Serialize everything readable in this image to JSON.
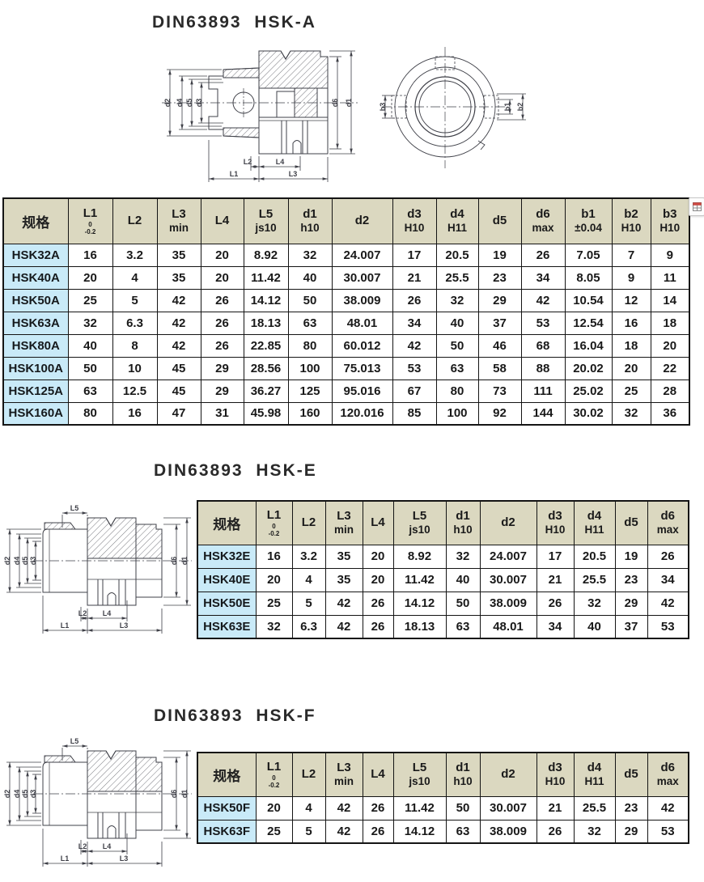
{
  "sections": [
    {
      "id": "hsk_a",
      "title": "DIN63893 HSK-A",
      "drawing": {
        "left_labels": [
          "d2",
          "d4",
          "d5",
          "d3"
        ],
        "right_labels": [
          "d6",
          "d1"
        ],
        "bottom_labels": [
          "L2",
          "L4",
          "L1",
          "L3"
        ],
        "end_view_labels": [
          "b3",
          "b1",
          "b2"
        ]
      },
      "table": {
        "spec_header": "规格",
        "columns": [
          {
            "label": "L1",
            "tol_top": "0",
            "tol_bottom": "-0.2"
          },
          {
            "label": "L2"
          },
          {
            "label": "L3",
            "sub": "min"
          },
          {
            "label": "L4"
          },
          {
            "label": "L5",
            "sub": "js10"
          },
          {
            "label": "d1",
            "sub": "h10"
          },
          {
            "label": "d2"
          },
          {
            "label": "d3",
            "sub": "H10"
          },
          {
            "label": "d4",
            "sub": "H11"
          },
          {
            "label": "d5"
          },
          {
            "label": "d6",
            "sub": "max"
          },
          {
            "label": "b1",
            "sub": "±0.04"
          },
          {
            "label": "b2",
            "sub": "H10"
          },
          {
            "label": "b3",
            "sub": "H10"
          }
        ],
        "rows": [
          {
            "spec": "HSK32A",
            "values": [
              "16",
              "3.2",
              "35",
              "20",
              "8.92",
              "32",
              "24.007",
              "17",
              "20.5",
              "19",
              "26",
              "7.05",
              "7",
              "9"
            ]
          },
          {
            "spec": "HSK40A",
            "values": [
              "20",
              "4",
              "35",
              "20",
              "11.42",
              "40",
              "30.007",
              "21",
              "25.5",
              "23",
              "34",
              "8.05",
              "9",
              "11"
            ]
          },
          {
            "spec": "HSK50A",
            "values": [
              "25",
              "5",
              "42",
              "26",
              "14.12",
              "50",
              "38.009",
              "26",
              "32",
              "29",
              "42",
              "10.54",
              "12",
              "14"
            ]
          },
          {
            "spec": "HSK63A",
            "values": [
              "32",
              "6.3",
              "42",
              "26",
              "18.13",
              "63",
              "48.01",
              "34",
              "40",
              "37",
              "53",
              "12.54",
              "16",
              "18"
            ]
          },
          {
            "spec": "HSK80A",
            "values": [
              "40",
              "8",
              "42",
              "26",
              "22.85",
              "80",
              "60.012",
              "42",
              "50",
              "46",
              "68",
              "16.04",
              "18",
              "20"
            ]
          },
          {
            "spec": "HSK100A",
            "values": [
              "50",
              "10",
              "45",
              "29",
              "28.56",
              "100",
              "75.013",
              "53",
              "63",
              "58",
              "88",
              "20.02",
              "20",
              "22"
            ]
          },
          {
            "spec": "HSK125A",
            "values": [
              "63",
              "12.5",
              "45",
              "29",
              "36.27",
              "125",
              "95.016",
              "67",
              "80",
              "73",
              "111",
              "25.02",
              "25",
              "28"
            ]
          },
          {
            "spec": "HSK160A",
            "values": [
              "80",
              "16",
              "47",
              "31",
              "45.98",
              "160",
              "120.016",
              "85",
              "100",
              "92",
              "144",
              "30.02",
              "32",
              "36"
            ]
          }
        ]
      }
    },
    {
      "id": "hsk_e",
      "title": "DIN63893 HSK-E",
      "drawing": {
        "top_label": "L5",
        "left_labels": [
          "d2",
          "d4",
          "d5",
          "d3"
        ],
        "right_labels": [
          "d6",
          "d1"
        ],
        "bottom_labels": [
          "L2",
          "L4",
          "L1",
          "L3"
        ]
      },
      "table": {
        "spec_header": "规格",
        "columns": [
          {
            "label": "L1",
            "tol_top": "0",
            "tol_bottom": "-0.2"
          },
          {
            "label": "L2"
          },
          {
            "label": "L3",
            "sub": "min"
          },
          {
            "label": "L4"
          },
          {
            "label": "L5",
            "sub": "js10"
          },
          {
            "label": "d1",
            "sub": "h10"
          },
          {
            "label": "d2"
          },
          {
            "label": "d3",
            "sub": "H10"
          },
          {
            "label": "d4",
            "sub": "H11"
          },
          {
            "label": "d5"
          },
          {
            "label": "d6",
            "sub": "max"
          }
        ],
        "rows": [
          {
            "spec": "HSK32E",
            "values": [
              "16",
              "3.2",
              "35",
              "20",
              "8.92",
              "32",
              "24.007",
              "17",
              "20.5",
              "19",
              "26"
            ]
          },
          {
            "spec": "HSK40E",
            "values": [
              "20",
              "4",
              "35",
              "20",
              "11.42",
              "40",
              "30.007",
              "21",
              "25.5",
              "23",
              "34"
            ]
          },
          {
            "spec": "HSK50E",
            "values": [
              "25",
              "5",
              "42",
              "26",
              "14.12",
              "50",
              "38.009",
              "26",
              "32",
              "29",
              "42"
            ]
          },
          {
            "spec": "HSK63E",
            "values": [
              "32",
              "6.3",
              "42",
              "26",
              "18.13",
              "63",
              "48.01",
              "34",
              "40",
              "37",
              "53"
            ]
          }
        ]
      }
    },
    {
      "id": "hsk_f",
      "title": "DIN63893 HSK-F",
      "drawing": {
        "top_label": "L5",
        "left_labels": [
          "d2",
          "d4",
          "d5",
          "d3"
        ],
        "right_labels": [
          "d6",
          "d1"
        ],
        "bottom_labels": [
          "L2",
          "L4",
          "L1",
          "L3"
        ]
      },
      "table": {
        "spec_header": "规格",
        "columns": [
          {
            "label": "L1",
            "tol_top": "0",
            "tol_bottom": "-0.2"
          },
          {
            "label": "L2"
          },
          {
            "label": "L3",
            "sub": "min"
          },
          {
            "label": "L4"
          },
          {
            "label": "L5",
            "sub": "js10"
          },
          {
            "label": "d1",
            "sub": "h10"
          },
          {
            "label": "d2"
          },
          {
            "label": "d3",
            "sub": "H10"
          },
          {
            "label": "d4",
            "sub": "H11"
          },
          {
            "label": "d5"
          },
          {
            "label": "d6",
            "sub": "max"
          }
        ],
        "rows": [
          {
            "spec": "HSK50F",
            "values": [
              "20",
              "4",
              "42",
              "26",
              "11.42",
              "50",
              "30.007",
              "21",
              "25.5",
              "23",
              "42"
            ]
          },
          {
            "spec": "HSK63F",
            "values": [
              "25",
              "5",
              "42",
              "26",
              "14.12",
              "63",
              "38.009",
              "26",
              "32",
              "29",
              "53"
            ]
          }
        ]
      }
    }
  ],
  "ui": {
    "table_tool_icon": "table-grid-red-row"
  },
  "colors": {
    "header_bg": "#dbd8c0",
    "spec_bg": "#c9eaf8",
    "border": "#141414",
    "line": "#3f4048"
  }
}
